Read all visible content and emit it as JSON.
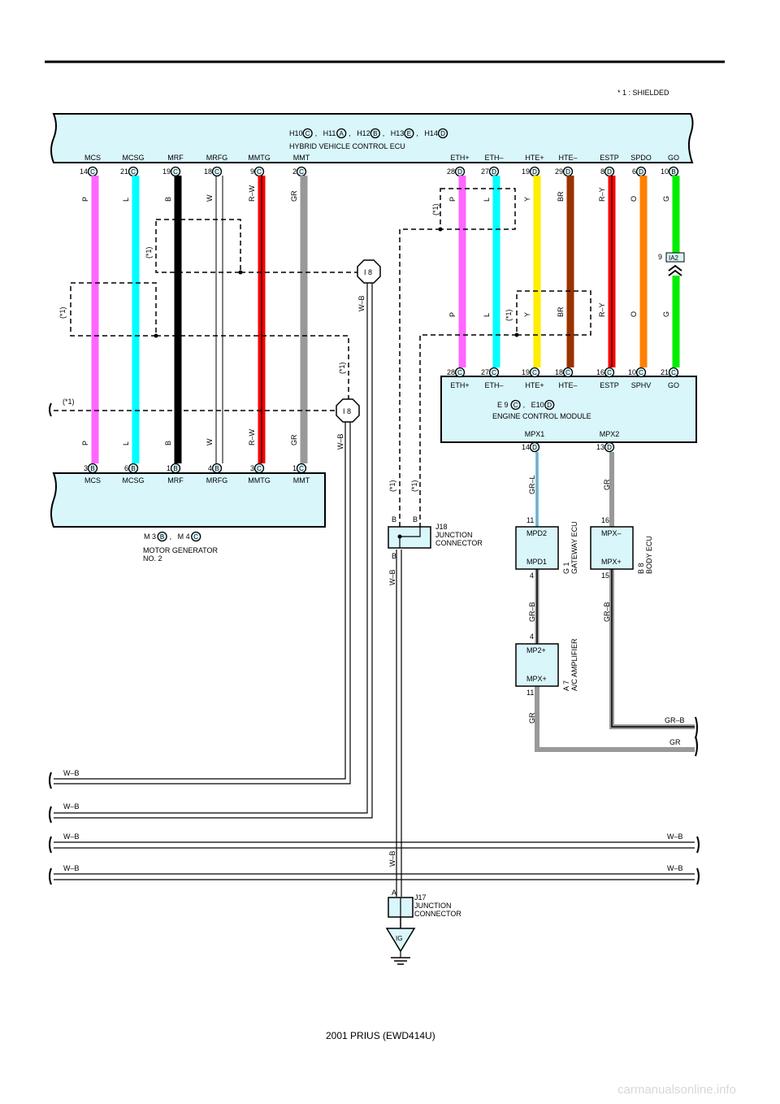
{
  "header": {
    "shield_note": "* 1 : SHIELDED"
  },
  "footer": {
    "model": "2001 PRIUS (EWD414U)",
    "watermark": "carmanualsonline.info"
  },
  "hv_ecu": {
    "codes": [
      [
        "H10",
        "C"
      ],
      [
        "H11",
        "A"
      ],
      [
        "H12",
        "B"
      ],
      [
        "H13",
        "E"
      ],
      [
        "H14",
        "D"
      ]
    ],
    "name": "HYBRID VEHICLE CONTROL ECU",
    "pins": [
      {
        "label": "MCS",
        "num": "14",
        "conn": "C"
      },
      {
        "label": "MCSG",
        "num": "21",
        "conn": "C"
      },
      {
        "label": "MRF",
        "num": "19",
        "conn": "C"
      },
      {
        "label": "MRFG",
        "num": "18",
        "conn": "C"
      },
      {
        "label": "MMTG",
        "num": "9",
        "conn": "C"
      },
      {
        "label": "MMT",
        "num": "2",
        "conn": "C"
      },
      {
        "label": "ETH+",
        "num": "28",
        "conn": "D"
      },
      {
        "label": "ETH–",
        "num": "27",
        "conn": "D"
      },
      {
        "label": "HTE+",
        "num": "19",
        "conn": "D"
      },
      {
        "label": "HTE–",
        "num": "29",
        "conn": "D"
      },
      {
        "label": "ESTP",
        "num": "8",
        "conn": "D"
      },
      {
        "label": "SPDO",
        "num": "6",
        "conn": "D"
      },
      {
        "label": "GO",
        "num": "10",
        "conn": "B"
      }
    ]
  },
  "motor_generator": {
    "codes": [
      [
        "M 3",
        "B"
      ],
      [
        "M 4",
        "C"
      ]
    ],
    "name_line1": "MOTOR GENERATOR",
    "name_line2": "NO. 2",
    "pins": [
      {
        "label": "MCS",
        "num": "3",
        "conn": "B"
      },
      {
        "label": "MCSG",
        "num": "6",
        "conn": "B"
      },
      {
        "label": "MRF",
        "num": "1",
        "conn": "B"
      },
      {
        "label": "MRFG",
        "num": "4",
        "conn": "B"
      },
      {
        "label": "MMTG",
        "num": "3",
        "conn": "C"
      },
      {
        "label": "MMT",
        "num": "1",
        "conn": "C"
      }
    ]
  },
  "engine_ecu": {
    "codes": [
      [
        "E 9",
        "C"
      ],
      [
        "E10",
        "D"
      ]
    ],
    "name": "ENGINE CONTROL MODULE",
    "pins": [
      {
        "label": "ETH+",
        "num": "28",
        "conn": "C"
      },
      {
        "label": "ETH–",
        "num": "27",
        "conn": "C"
      },
      {
        "label": "HTE+",
        "num": "19",
        "conn": "C"
      },
      {
        "label": "HTE–",
        "num": "18",
        "conn": "C"
      },
      {
        "label": "ESTP",
        "num": "16",
        "conn": "C"
      },
      {
        "label": "SPHV",
        "num": "10",
        "conn": "C"
      },
      {
        "label": "GO",
        "num": "21",
        "conn": "C"
      }
    ],
    "bottom_pins": [
      {
        "label": "MPX1",
        "num": "14",
        "conn": "D"
      },
      {
        "label": "MPX2",
        "num": "13",
        "conn": "D"
      }
    ]
  },
  "wires_upper": [
    "P",
    "L",
    "B",
    "W",
    "R–W",
    "GR",
    "P",
    "L",
    "Y",
    "BR",
    "R–Y",
    "O",
    "G"
  ],
  "wires_lower_left": [
    "P",
    "L",
    "B",
    "W",
    "R–W",
    "GR"
  ],
  "wires_lower_right": [
    "P",
    "L",
    "Y",
    "BR",
    "R–Y",
    "O",
    "G"
  ],
  "wire_colors": {
    "P": "#ff66ff",
    "L": "#00ffff",
    "B": "#000000",
    "W": "#ffffff",
    "R–W": "#ff0000",
    "GR": "#999999",
    "Y": "#ffee00",
    "BR": "#993300",
    "R–Y": "#ff0000",
    "O": "#ff8000",
    "G": "#00ee00",
    "GR–L": "#66ccff"
  },
  "inline_connector": {
    "num": "9",
    "code": "IA2"
  },
  "shield_mark": "(*1)",
  "junction_i8": "I 8",
  "w_b": "W–B",
  "j18": {
    "pins": [
      "B",
      "B",
      "B"
    ],
    "code": "J18",
    "name_line1": "JUNCTION",
    "name_line2": "CONNECTOR"
  },
  "j17": {
    "pin": "A",
    "code": "J17",
    "name_line1": "JUNCTION",
    "name_line2": "CONNECTOR"
  },
  "ground": "IG",
  "gateway": {
    "code": "G 1",
    "name": "GATEWAY ECU",
    "top_pin": "11",
    "top_label": "MPD2",
    "bottom_label": "MPD1",
    "bottom_pin": "4",
    "wire_in": "GR–L",
    "wire_out": "GR–B"
  },
  "body_ecu": {
    "code": "B 8",
    "name": "BODY ECU",
    "top_pin": "16",
    "top_label": "MPX–",
    "bottom_label": "MPX+",
    "bottom_pin": "15",
    "wire_in": "GR",
    "wire_out": "GR–B"
  },
  "ac_amp": {
    "code": "A 7",
    "name": "A/C AMPLIFIER",
    "top_pin": "4",
    "top_label": "MP2+",
    "bottom_label": "MPX+",
    "bottom_pin": "11",
    "wire_out": "GR"
  },
  "bus_labels": {
    "grb": "GR–B",
    "gr": "GR"
  }
}
